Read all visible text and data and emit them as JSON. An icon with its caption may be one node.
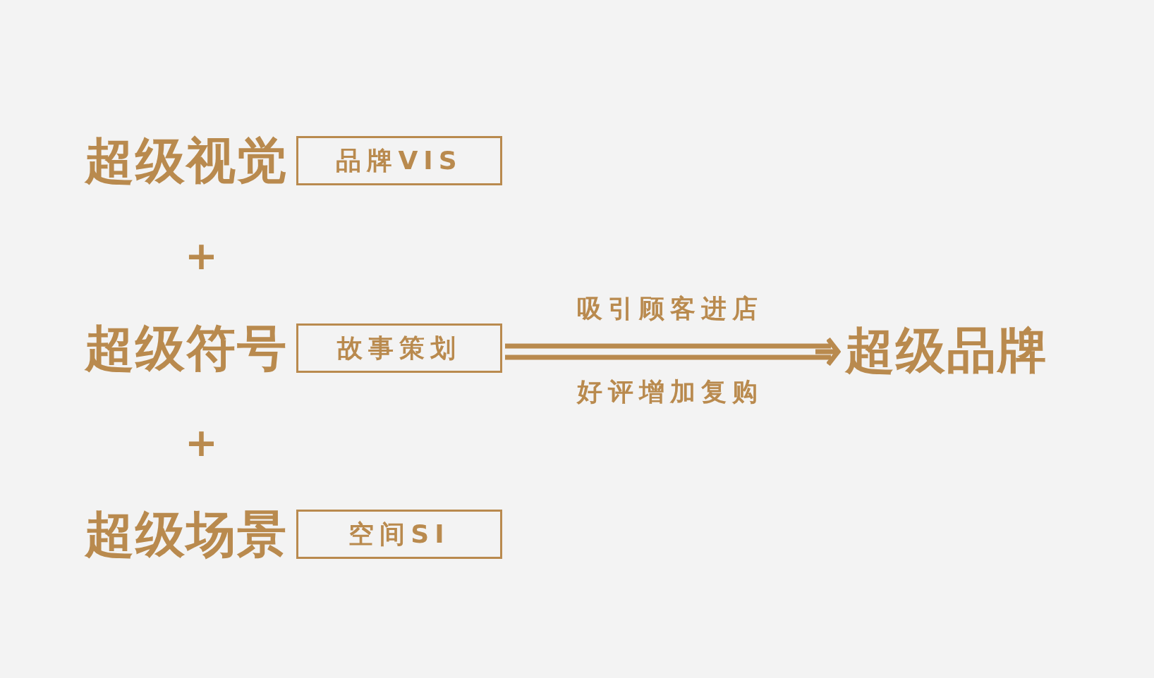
{
  "diagram": {
    "nodes": [
      {
        "text": [
          "超级视觉",
          "品牌VIS"
        ]
      },
      {
        "text": [
          "超级符号",
          "故事策划"
        ]
      },
      {
        "text": [
          "超级场景",
          "空间SI"
        ]
      },
      {
        "text": [
          "超级品牌"
        ]
      }
    ],
    "edges": [
      {
        "from": 1,
        "to": 3,
        "arrow": "to"
      }
    ],
    "labels": [
      "+",
      "吸引顾客进店",
      "好评增加复购",
      "+"
    ]
  }
}
